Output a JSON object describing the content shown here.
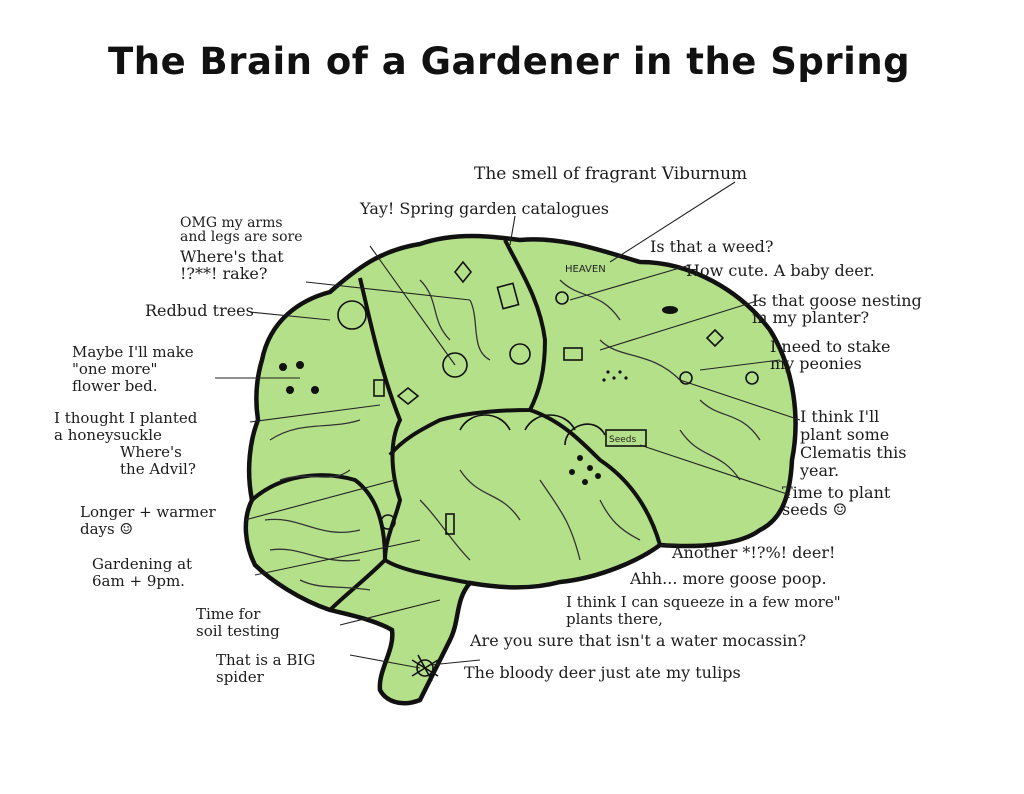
{
  "title": "The Brain of a Gardener in the Spring",
  "heaven_label": "HEAVEN",
  "seeds_label": "Seeds",
  "labels": [
    {
      "id": "viburnum",
      "text": "The smell of fragrant Viburnum"
    },
    {
      "id": "catalogues",
      "text": "Yay! Spring garden catalogues"
    },
    {
      "id": "arms_sore",
      "text": "OMG my arms\nand legs are sore"
    },
    {
      "id": "rake",
      "text": "Where's that\n!?**! rake?"
    },
    {
      "id": "redbud",
      "text": "Redbud trees"
    },
    {
      "id": "flower_bed",
      "text": "Maybe I'll make\n\"one more\"\nflower bed."
    },
    {
      "id": "honeysuckle",
      "text": "I thought I planted\na honeysuckle"
    },
    {
      "id": "advil",
      "text": "Where's\nthe Advil?"
    },
    {
      "id": "longer_days",
      "text": "Longer + warmer\ndays ☺"
    },
    {
      "id": "gardening_hours",
      "text": "Gardening at\n6am + 9pm."
    },
    {
      "id": "soil",
      "text": "Time for\nsoil testing"
    },
    {
      "id": "spider",
      "text": "That is a BIG\nspider"
    },
    {
      "id": "weed",
      "text": "Is that a weed?"
    },
    {
      "id": "baby_deer",
      "text": "How cute. A baby deer."
    },
    {
      "id": "goose_nesting",
      "text": "Is that goose nesting\nin my planter?"
    },
    {
      "id": "stake_peonies",
      "text": "I need to stake\nmy peonies"
    },
    {
      "id": "clematis",
      "text": "I think I'll\nplant some\nClematis this\nyear."
    },
    {
      "id": "plant_seeds",
      "text": "Time to plant\nseeds ☺"
    },
    {
      "id": "another_deer",
      "text": "Another *!?%! deer!"
    },
    {
      "id": "goose_poop",
      "text": "Ahh... more goose poop."
    },
    {
      "id": "squeeze",
      "text": "I think I can squeeze in a few more\"\nplants there,"
    },
    {
      "id": "moccasin",
      "text": "Are you sure that isn't a water mocassin?"
    },
    {
      "id": "tulips",
      "text": "The bloody deer just ate my tulips"
    }
  ],
  "colors": {
    "brain_fill": "#b5e08a",
    "outline": "#111111",
    "ink": "#1c1c1c"
  }
}
